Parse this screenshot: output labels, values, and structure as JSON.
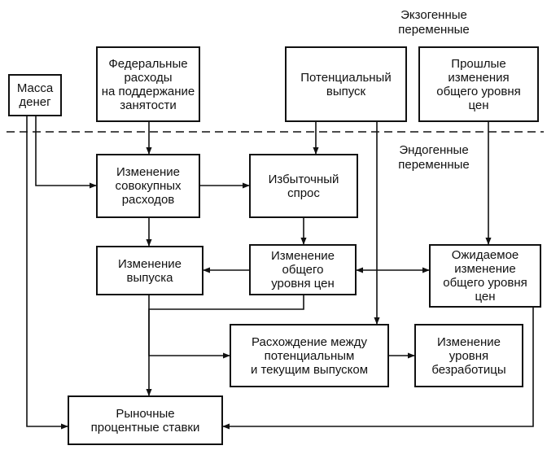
{
  "labels": {
    "exogenous": "Экзогенные\nпеременные",
    "endogenous": "Эндогенные\nпеременные"
  },
  "boxes": {
    "money_supply": "Масса\nденег",
    "federal_spending": "Федеральные\nрасходы\nна поддержание\nзанятости",
    "potential_output": "Потенциальный\nвыпуск",
    "past_price_changes": "Прошлые\nизменения\nобщего уровня\nцен",
    "aggregate_spending_change": "Изменение\nсовокупных\nрасходов",
    "excess_demand": "Избыточный\nспрос",
    "output_change": "Изменение\nвыпуска",
    "price_level_change": "Изменение\nобщего\nуровня цен",
    "expected_price_change": "Ожидаемое\nизменение\nобщего уровня\nцен",
    "output_gap": "Расхождение между\nпотенциальным\nи текущим выпуском",
    "unemployment_change": "Изменение\nуровня\nбезработицы",
    "interest_rates": "Рыночные\nпроцентные ставки"
  }
}
